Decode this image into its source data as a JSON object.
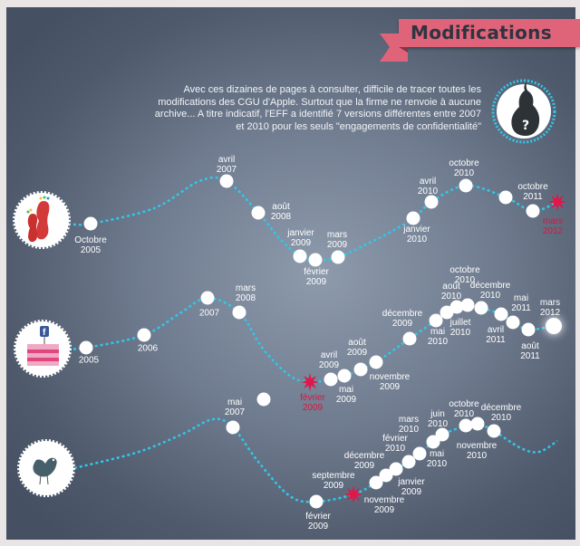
{
  "title": "Modifications",
  "intro": [
    "Avec ces dizaines de pages à consulter, difficile de tracer toutes les",
    "modifications des CGU d'Apple. Surtout que la firme ne renvoie à aucune",
    "archive... A titre indicatif, l'EFF a identifié 7 versions différentes entre 2007",
    "et 2010 pour les seuls \"engagements de confidentialité\""
  ],
  "colors": {
    "line": "#2fc8ea",
    "accent": "#e06479",
    "alert": "#e0174a"
  },
  "icons": {
    "header": "pear-question-icon",
    "timeline1": "footprint-icon",
    "timeline2": "facebook-cake-icon",
    "timeline3": "twitter-bird-icon"
  },
  "timelines": [
    {
      "name": "footprint",
      "labels": [
        "Octobre\n2005",
        "avril\n2007",
        "août\n2008",
        "janvier\n2009",
        "février\n2009",
        "mars\n2009",
        "janvier\n2010",
        "avril\n2010",
        "octobre\n2010",
        "octobre\n2011",
        "mars\n2012"
      ]
    },
    {
      "name": "facebook",
      "labels": [
        "2005",
        "2006",
        "2007",
        "mars\n2008",
        "février\n2009",
        "avril\n2009",
        "mai\n2009",
        "août\n2009",
        "novembre\n2009",
        "décembre\n2009",
        "mai\n2010",
        "juillet\n2010",
        "août\n2010",
        "octobre\n2010",
        "décembre\n2010",
        "avril\n2011",
        "mai\n2011",
        "août\n2011",
        "mars\n2012"
      ]
    },
    {
      "name": "twitter",
      "labels": [
        "mai\n2007",
        "février\n2009",
        "septembre\n2009",
        "novembre\n2009",
        "décembre\n2009",
        "janvier\n2009",
        "février\n2010",
        "mars\n2010",
        "mai\n2010",
        "juin\n2010",
        "octobre\n2010",
        "décembre\n2010",
        "novembre\n2010"
      ]
    }
  ]
}
